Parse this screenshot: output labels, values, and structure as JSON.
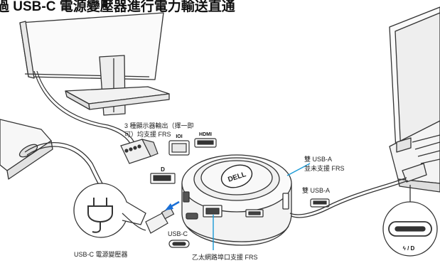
{
  "diagram": {
    "title": "過 USB-C 電源變壓器進行電力輸送直通",
    "labels": {
      "display_out_line1": "3 種顯示器輸出（擇一即",
      "display_out_line2": "可）均支援 FRS",
      "dual_usba_line1": "雙 USB-A",
      "dual_usba_line2": "並未支援 FRS",
      "dual_usba_right": "雙 USB-A",
      "usbc_port": "USB-C",
      "power_adapter": "USB-C 電源變壓器",
      "ethernet": "乙太網路埠口支援 FRS"
    },
    "port_icons": {
      "hdmi": "HDMI",
      "vga": "IOI",
      "displayport": "D",
      "laptop_port_marks": "ϟ / D"
    },
    "brand": "DELL",
    "colors": {
      "callout_line": "#1a9ad6",
      "arrow": "#1a6fd6",
      "outline": "#333333",
      "fill_light": "#f4f4f4"
    }
  }
}
